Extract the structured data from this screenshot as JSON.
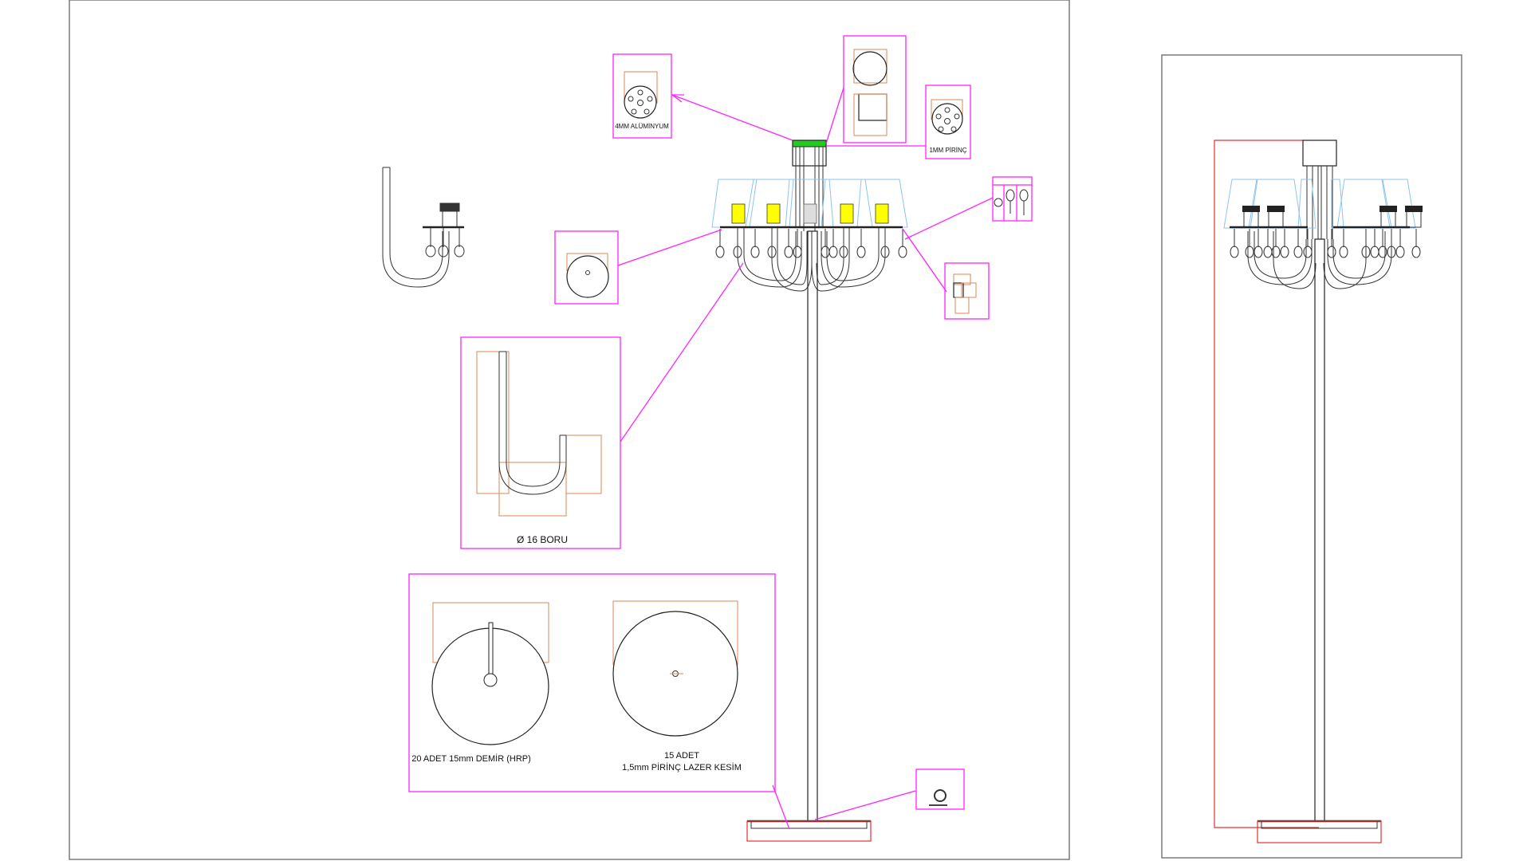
{
  "drawing": {
    "labels": {
      "base_plate": "4MM ALÜMİNYUM",
      "top_plate": "1MM PİRİNÇ",
      "pipe": "Ø 16 BORU",
      "disc_left": "20 ADET 15mm DEMİR (HRP)",
      "disc_right_line1": "15 ADET",
      "disc_right_line2": "1,5mm PİRİNÇ LAZER KESİM"
    },
    "colors": {
      "callout": "#ff22ff",
      "dimension": "#d9895a",
      "outline": "#222222",
      "shade": "#8cc4f0",
      "bulb": "#ffff00",
      "cap": "#22cc22",
      "red_dim": "#e53030"
    }
  }
}
